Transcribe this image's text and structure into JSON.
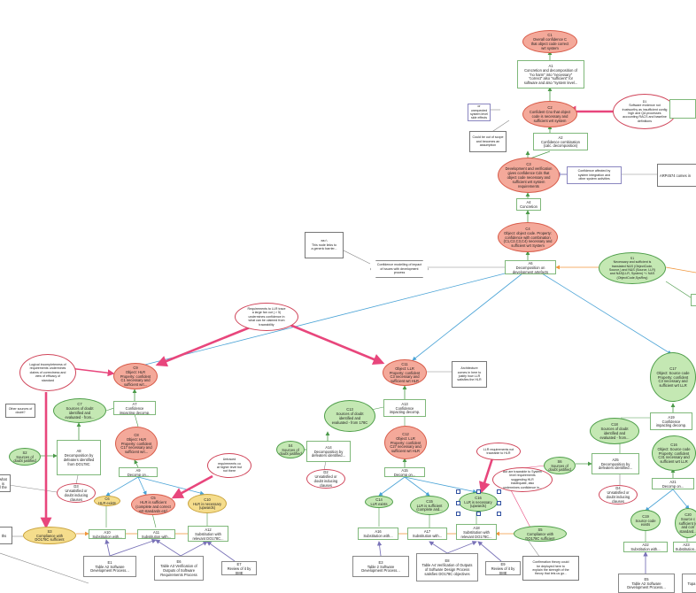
{
  "nodes": {
    "c1": "C1\nOverall confidence C\nthat object code correct\nwrt system",
    "a1": "A1\nConcretion and decomposition of\n\"no harm\" into \"necessary\"\n\"correct\" also \"sufficient\" for\nsoftware and also \"system level...",
    "noharm": "No harmful or\nunexpected system level\nside effects of HLR",
    "c2": "C2\nConfident Cno that object\ncode is necessary and\nsufficient wrt system",
    "d1": "D1\nSoftware evidence not\ntrustworthy as insufficient config\nhigh and QA processes\naccounting RACS and baseline\ndefinitions",
    "couldbe": "Could be out of scope\nand becomes an\nassumption",
    "a2": "A2\nConfidence combination\n(calc. decomposition)",
    "c3": "C3\nDevelopment and verification\ngives confidence Cds that\nobject code necessary and\nsufficient wrt system\nrequirements",
    "confaff": "Confidence affected by\nsystem integration and\nother system activities",
    "arp": "ARP4574 comes in",
    "a4": "A4\nConcretion",
    "c4": "C4\nObject: object code. Property:\nconfidence with combination\n(C1,C2,C3,C4) necessary and\nsufficient wrt System",
    "ea1": "ea=\\\nThis node links to\na generic barrier...",
    "confmod": "Confidence modelling of impact\nof issues with development\nprocess",
    "a6": "A6\nDecomposition on\ndevelopment artefacts",
    "s1": "S1\nNecessary and sufficient is\ntranslated N&S (ObjectCode,\nSource,) and N&S (Source, LLR)\nand N&S(LLR, System) ^= N&S\n(ObjectCode,SysReq)",
    "reqllr": "Requirements to LLR trace\na large fan out ( > 5)\nundermines confidence in\nwhat can be claimed from\ntraceability",
    "logical": "Logical incompleteness of\nrequirements undermines\nclaims of correctness and\nview of efficacy of\nstandard",
    "c9": "C9\nObject: HLR\nProperty: confident\nC1 necessary and\nsufficient wrt...",
    "c11": "C11\nObject: LLR\nProperty: confident\nC3 necessary and\nsufficient wrt HLR",
    "arch": "Architecture\ncomes in here to\njustify how LLR\nsatisfies the HLR",
    "c17": "C17\nObject: Source code\nProperty: confident\nC3 necessary and\nsufficient wrt LLR",
    "c7": "C7\nSources of doubt\nidentified and\nevaluated - from...",
    "a7": "A7\nConfidence\nimpacting decomp.",
    "other": "Other sources of\ndoubt?",
    "c13": "C13\nSources of doubt\nidentified and\nevaluated - from 178C",
    "a13": "A13\nConfidence\nimpacting decomp.",
    "c18": "C18\nSources of doubt\nidentified and\nevaluated - from...",
    "a19": "A19\nConfidence\nimpacting decomp.",
    "c8": "C8\nObject: HLR\nProperty: confident\nC17 necessary and\nsufficient wrt...",
    "c12": "C12\nObject: LLR\nProperty: confident\nC27 necessary and\nsufficient wrt HLR",
    "c16": "C16\nObject: Source code\nProperty: confident\nC31 necessary and\nsufficient wrt LLR",
    "s2": "S2\nSources of\ndoubt justified",
    "a8": "A8\nDecomposition by\ndefeaters identified\nfrom DO178C",
    "s4": "S4\nSources of\ndoubt justified",
    "a14": "A14\nDecomposition by\ndefeaters identified...",
    "s6": "S6\nSources of\ndoubt justified",
    "a25": "A25\nDecomposition by\ndefeaters identified...",
    "d3": "D3\nUnsatisfied or\ndoubt inducing\nclauses",
    "d2": "D2\nUnsatisfied or\ndoubt inducing\nclauses",
    "d4": "D4\nUnsatisfied or\ndoubt inducing\nclauses",
    "untraced": "Untraced\nrequirements co\nat higher level but\nnot there",
    "llrtrace": "LLR requirements not\ntraceable to HLR",
    "notrace": "But are traceable to System\nlevel requirements\nsuggesting HLR\ninadequate, also\nundermines confidence in...",
    "a9": "A9\nDecomp on...",
    "a15": "A15\nDecomp on...",
    "a21": "A21\nDecomp on...",
    "c6": "C6\nHLR exists",
    "c5": "C5\nHLR is sufficient\n(complete and correct\nwrt standards etc)",
    "c10": "C10\nHLR is necessary\n(upwards)",
    "c14": "C14\nLLR exists",
    "c15": "C15\nLLR is sufficient\n(complete and...",
    "c16b": "C16\nLLR is necessary\n(upwards)",
    "c19": "C19\nSource code\nexists",
    "c20": "C20\nSource c\nsufficient (c\nand corr\nstandard...",
    "s3": "S3\nCompliance with\nDO178C sufficient",
    "s5": "S5\nCompliance with\nDO178C sufficient",
    "a10": "A10\nSubstitution with...",
    "a11": "A11\nSubstitution with...",
    "a12": "A12\nSubstitution with\nrelevant DO178C...",
    "a16": "A16\nSubstitution with...",
    "a17": "A17\nSubstitution with...",
    "a18": "A18\nSubstitution with\nrelevant DO178C...",
    "a22": "A22\nSubstitution with...",
    "a23": "A23\nSubstitution...",
    "confirm": "Confirmation theory could\nbe deployed here to\nexplain the strength of the\ntheory that lets us go...",
    "e1": "E1\nTable A2 Software\nDevelopment Process...",
    "e6": "E6\nTable A3 Verification of\nOutputs of Software\nRequirements Process",
    "e7": "E7\nReview of it by SME",
    "e3": "E3\nTable 2 Software\nDevelopment Process...",
    "e8": "E8\nTable A4 Verification of Outputs\nof Software Design Process\nsatisfies DO178C objectives",
    "e9": "E9\nReview of it by SME",
    "e5": "E5\nTable A2 Software\nDevelopment Process...",
    "topa": "Topa",
    "clip1": "what is\nll the",
    "clip2": "ths"
  },
  "colors": {
    "red_edge": "#e8467c",
    "blue_edge": "#4aa3d6",
    "green_edge": "#4c9a4a",
    "orange_edge": "#f0963c",
    "purple_edge": "#7a73b8",
    "gray_edge": "#888888"
  }
}
